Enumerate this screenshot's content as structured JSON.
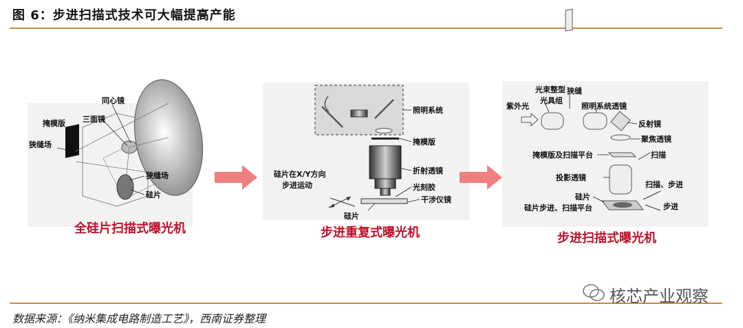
{
  "title": "图 6：步进扫描式技术可大幅提高产能",
  "source": "数据来源：《纳米集成电路制造工艺》，西南证券整理",
  "watermark": "核芯产业观察",
  "colors": {
    "rule": "#c98a3c",
    "caption": "#c0102a",
    "arrow": "#f08080"
  },
  "panels": [
    {
      "caption": "全硅片扫描式曝光机",
      "labels": {
        "concentric_mirror": "同心镜",
        "tri_mirror": "三面镜",
        "mask": "掩模版",
        "slit_field_left": "狭缝场",
        "slit_field_right": "狭缝场",
        "wafer": "硅片"
      }
    },
    {
      "caption": "步进重复式曝光机",
      "labels": {
        "illumination": "照明系统",
        "mask": "掩模版",
        "refraction_lens": "折射透镜",
        "photoresist": "光刻胶",
        "interferometer": "干涉仪镜",
        "wafer": "硅片",
        "step_motion_1": "硅片在X/Y方向",
        "step_motion_2": "步进运动"
      }
    },
    {
      "caption": "步进扫描式曝光机",
      "labels": {
        "beam_shaping_1": "光束整型",
        "beam_shaping_2": "光具组",
        "slit": "狭缝",
        "uv": "紫外光",
        "illum_lens": "照明系统透镜",
        "reflector": "反射镜",
        "focus_lens": "聚焦透镜",
        "mask_scan": "掩模版及扫描平台",
        "scan": "扫描",
        "proj_lens": "投影透镜",
        "scan_step": "扫描、步进",
        "wafer": "硅片",
        "wafer_platform": "硅片步进、扫描平台",
        "step": "步进"
      }
    }
  ]
}
